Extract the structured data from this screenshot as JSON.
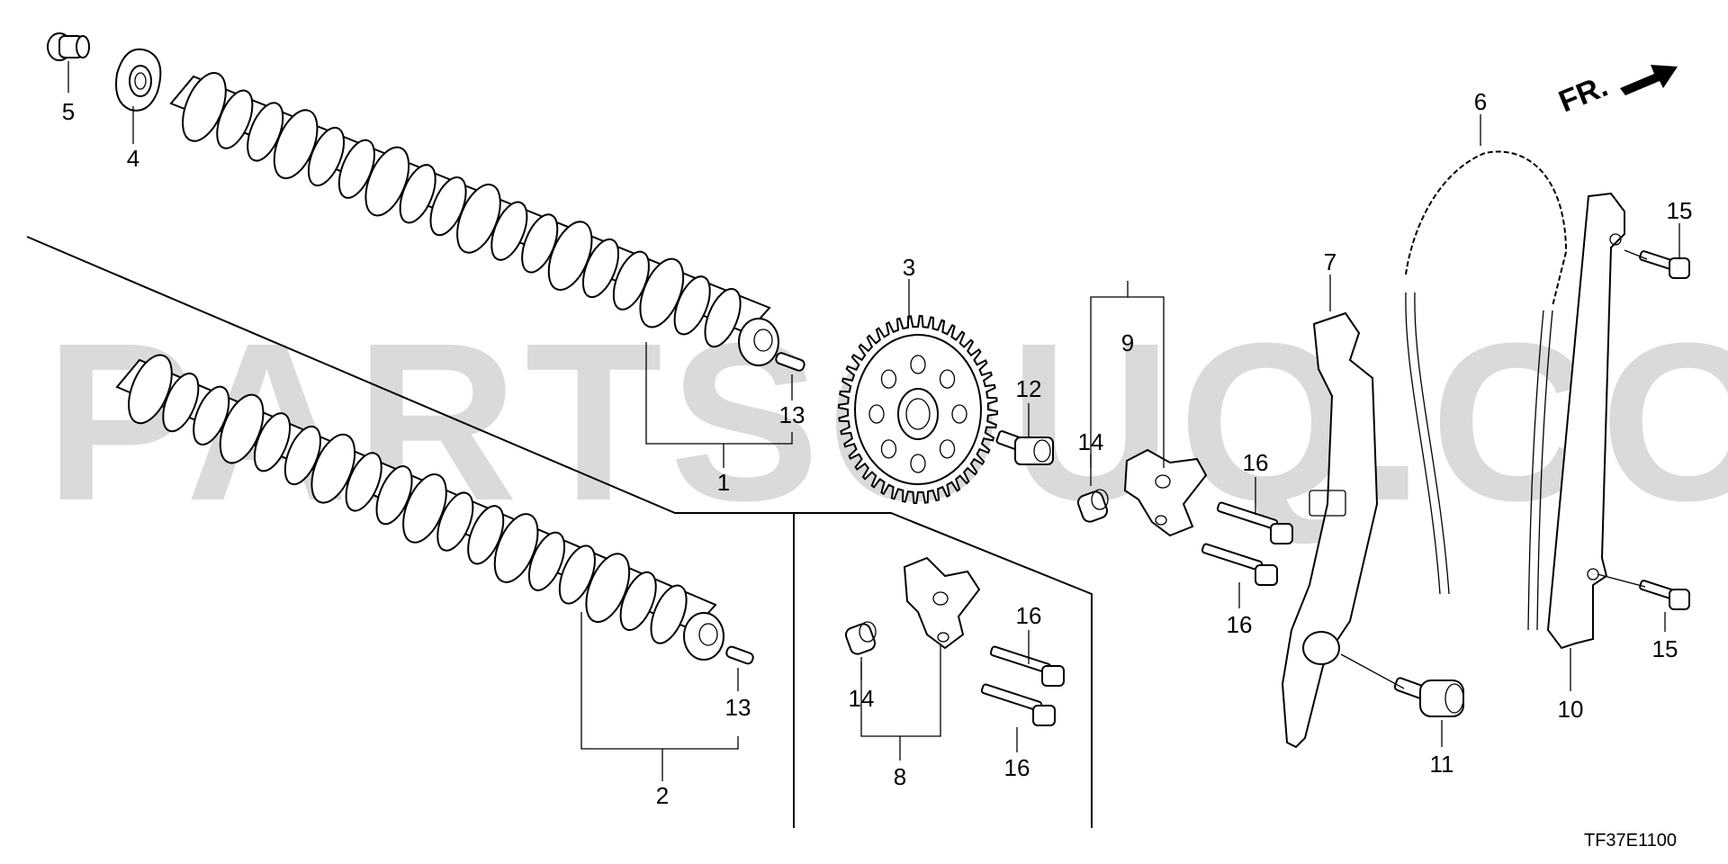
{
  "diagram": {
    "code": "TF37E1100",
    "direction_label": "FR.",
    "watermark": "PARTSOUQ.COM",
    "callouts": {
      "c1": "1",
      "c2": "2",
      "c3": "3",
      "c4": "4",
      "c5": "5",
      "c6": "6",
      "c7": "7",
      "c8": "8",
      "c9": "9",
      "c10": "10",
      "c11": "11",
      "c12": "12",
      "c13a": "13",
      "c13b": "13",
      "c14a": "14",
      "c14b": "14",
      "c15a": "15",
      "c15b": "15",
      "c16a": "16",
      "c16b": "16",
      "c16c": "16",
      "c16d": "16"
    }
  }
}
